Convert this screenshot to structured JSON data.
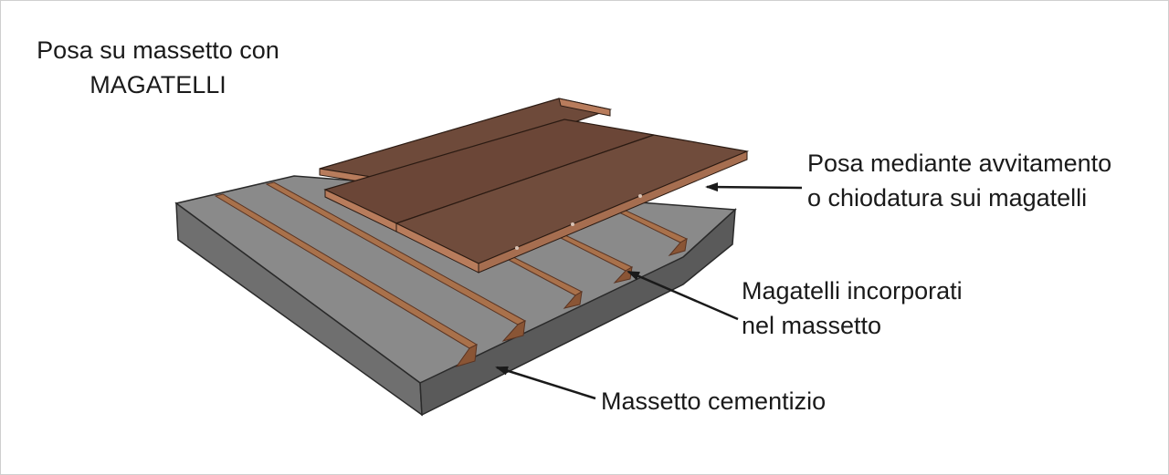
{
  "title": {
    "line1": "Posa su massetto con",
    "line2": "MAGATELLI"
  },
  "labels": {
    "posa": {
      "line1": "Posa mediante avvitamento",
      "line2": "o chiodatura sui magatelli"
    },
    "magatelli": {
      "line1": "Magatelli incorporati",
      "line2": "nel massetto"
    },
    "massetto": {
      "line1": "Massetto cementizio"
    }
  },
  "colors": {
    "slab_top": "#8a8a8a",
    "slab_front": "#6f6f6f",
    "slab_side": "#5c5c5c",
    "joist": "#a9714b",
    "joist_dark": "#8a5535",
    "plank_top": "#6e4a3a",
    "plank_edge": "#b87c5c",
    "arrow": "#1a1a1a"
  }
}
